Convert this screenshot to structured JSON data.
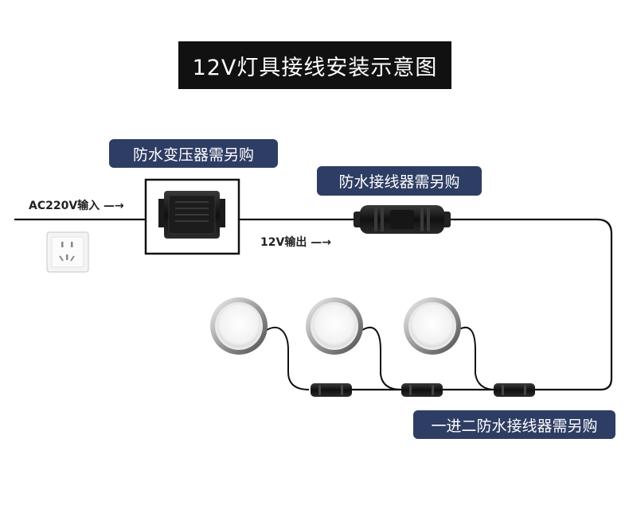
{
  "title": "12V灯具接线安装示意图",
  "tags": {
    "transformer": "防水变压器需另购",
    "connector": "防水接线器需另购",
    "splitter": "一进二防水接线器需另购"
  },
  "labels": {
    "ac_input": "AC220V输入",
    "output_12v": "12V输出"
  },
  "colors": {
    "title_bg": "#111111",
    "tag_bg": "#2e3d63",
    "wire": "#111111"
  },
  "icons": [
    "wall-socket-icon",
    "transformer-icon",
    "waterproof-connector-icon",
    "splitter-connector-icon",
    "pool-light-icon"
  ]
}
